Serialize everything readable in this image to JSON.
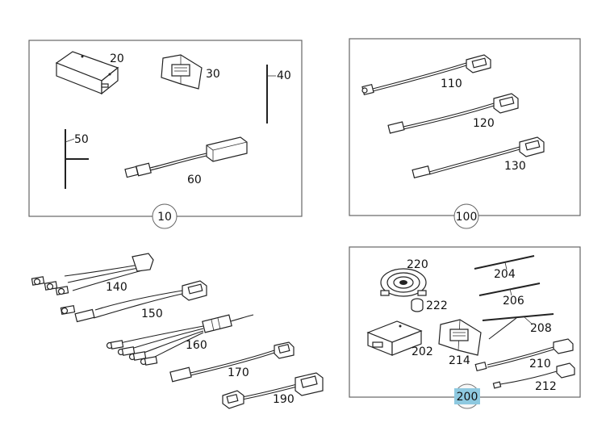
{
  "groups": [
    {
      "id": "10",
      "label": "10",
      "parts": [
        "20",
        "30",
        "40",
        "50",
        "60"
      ]
    },
    {
      "id": "100",
      "label": "100",
      "parts": [
        "110",
        "120",
        "130"
      ]
    },
    {
      "id": "200",
      "label": "200",
      "highlighted": true,
      "parts": [
        "202",
        "204",
        "206",
        "208",
        "210",
        "212",
        "214",
        "220",
        "222"
      ]
    }
  ],
  "parts": {
    "p20": "20",
    "p30": "30",
    "p40": "40",
    "p50": "50",
    "p60": "60",
    "p110": "110",
    "p120": "120",
    "p130": "130",
    "p140": "140",
    "p150": "150",
    "p160": "160",
    "p170": "170",
    "p190": "190",
    "p202": "202",
    "p204": "204",
    "p206": "206",
    "p208": "208",
    "p210": "210",
    "p212": "212",
    "p214": "214",
    "p220": "220",
    "p222": "222"
  },
  "highlight_color": "#8ec9e0"
}
